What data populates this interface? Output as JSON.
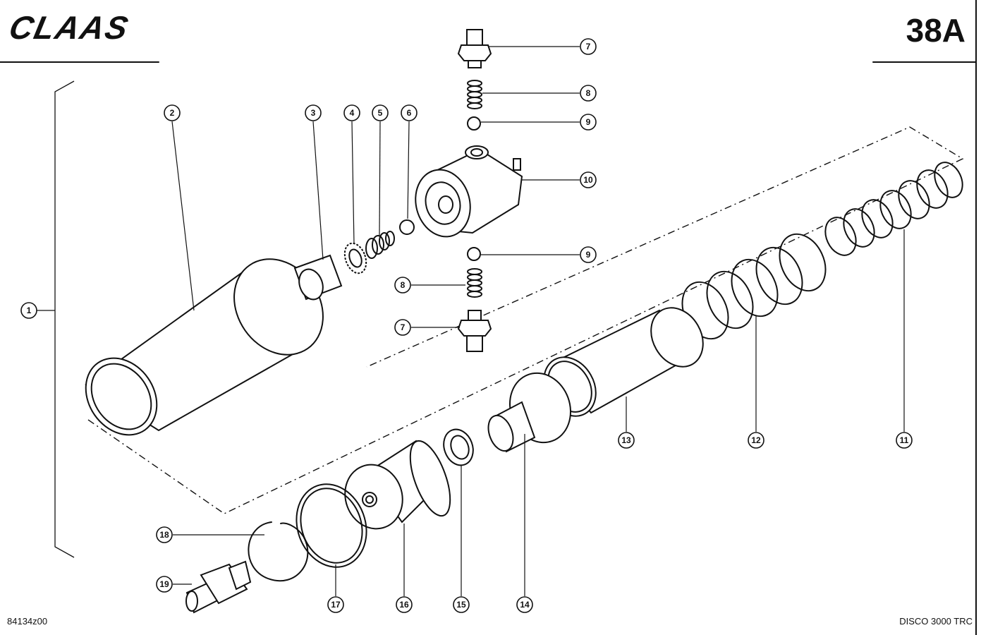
{
  "header": {
    "brand": "CLAAS",
    "page_code": "38A"
  },
  "footer": {
    "drawing_number": "84134z00",
    "model": "DISCO 3000 TRC"
  },
  "callouts": [
    "1",
    "2",
    "3",
    "4",
    "5",
    "6",
    "7",
    "8",
    "9",
    "10",
    "11",
    "12",
    "13",
    "14",
    "15",
    "16",
    "17",
    "18",
    "19"
  ]
}
